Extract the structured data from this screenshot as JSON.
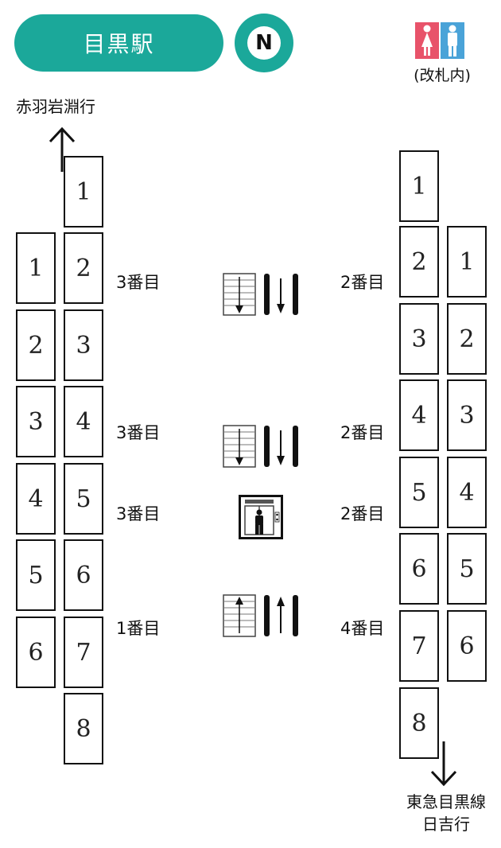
{
  "header": {
    "station_name": "目黒駅",
    "line_badge_letter": "N",
    "restroom_note": "(改札内)"
  },
  "directions": {
    "top_destination": "赤羽岩淵行",
    "bottom_line_name": "東急目黒線",
    "bottom_destination": "日吉行"
  },
  "left_track": {
    "outer_cars": [
      "1",
      "2",
      "3",
      "4",
      "5",
      "6"
    ],
    "inner_cars": [
      "1",
      "2",
      "3",
      "4",
      "5",
      "6",
      "7",
      "8"
    ]
  },
  "right_track": {
    "inner_cars": [
      "1",
      "2",
      "3",
      "4",
      "5",
      "6",
      "7",
      "8"
    ],
    "outer_cars": [
      "1",
      "2",
      "3",
      "4",
      "5",
      "6"
    ]
  },
  "facilities": [
    {
      "icon": "down-escalator-stairs-icon",
      "left_label": "3番目",
      "right_label": "2番目"
    },
    {
      "icon": "down-escalator-stairs-icon",
      "left_label": "3番目",
      "right_label": "2番目"
    },
    {
      "icon": "elevator-icon",
      "left_label": "3番目",
      "right_label": "2番目"
    },
    {
      "icon": "up-escalator-stairs-icon",
      "left_label": "1番目",
      "right_label": "4番目"
    }
  ],
  "colors": {
    "accent": "#1ba89a",
    "restroom_female": "#e8536a",
    "restroom_male": "#4aa3d8"
  }
}
